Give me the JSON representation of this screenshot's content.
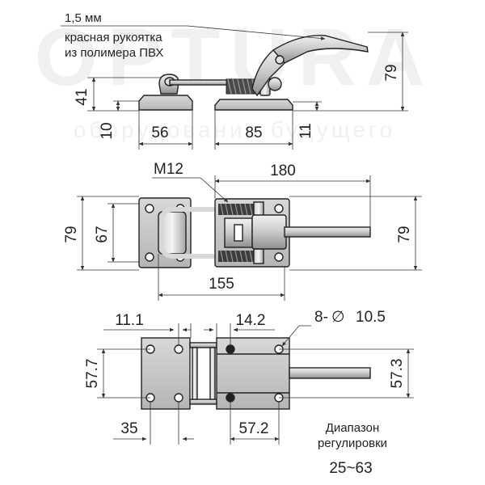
{
  "watermark": {
    "brand": "OPTURA",
    "tagline": "оборудование будущего"
  },
  "side_view": {
    "note_thickness": "1,5 мм",
    "note_handle_line1": "красная рукоятка",
    "note_handle_line2": "из полимера ПВХ",
    "dim_height_total": "79",
    "dim_height_hook": "41",
    "dim_base_left": "10",
    "dim_length_left": "56",
    "dim_length_right": "85",
    "dim_base_right": "11"
  },
  "top_view": {
    "dim_thread": "M12",
    "dim_length_total": "180",
    "dim_height_left_outer": "79",
    "dim_height_left_inner": "67",
    "dim_height_right": "79",
    "dim_length_mid": "155"
  },
  "bottom_view": {
    "dim_hole_left": "11.1",
    "dim_hole_right": "14.2",
    "dim_holes_label": "8-",
    "dim_holes_diameter_symbol": "∅",
    "dim_holes_diameter": "10.5",
    "dim_height_left": "57.7",
    "dim_height_right": "57.3",
    "dim_width_left": "35",
    "dim_width_right": "57.2",
    "range_label_line1": "Диапазон",
    "range_label_line2": "регулировки",
    "range_value": "25~63"
  },
  "colors": {
    "metal_light": "#e2e2e2",
    "metal_dark": "#9a9a9a",
    "line": "#222222"
  }
}
